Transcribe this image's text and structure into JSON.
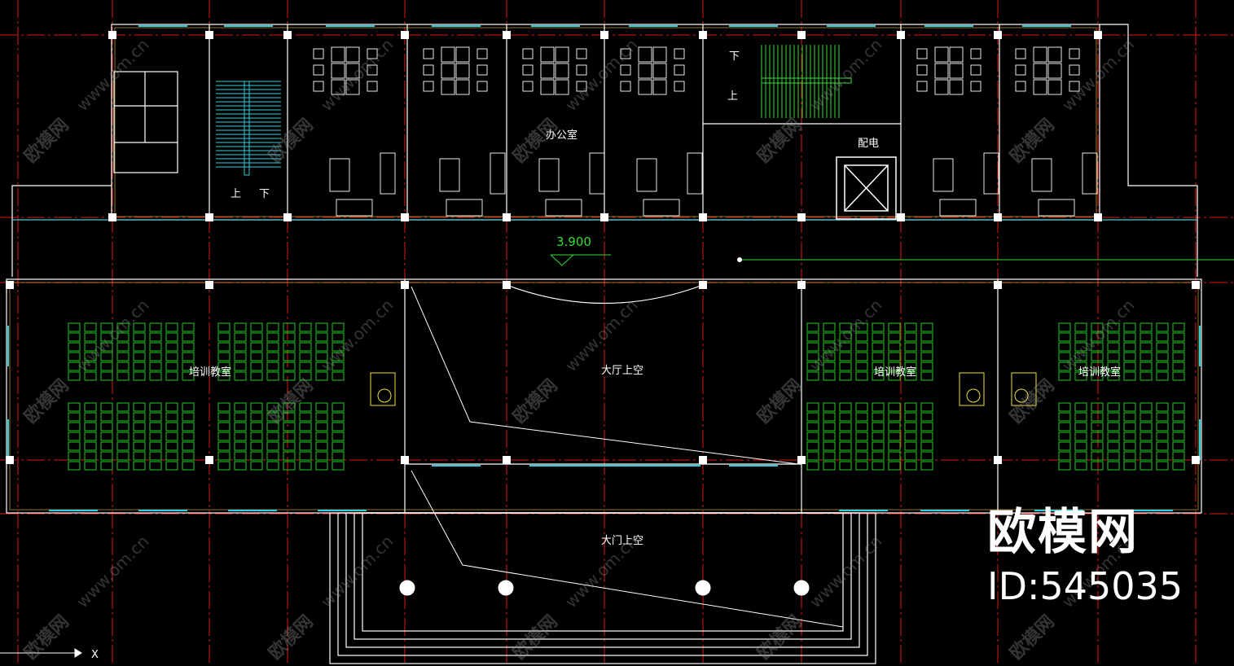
{
  "drawing": {
    "rooms": {
      "office": "办公室",
      "electrical": "配电",
      "lobby_void": "大厅上空",
      "entrance_void": "大门上空",
      "classroom_left": "培训教室",
      "classroom_mid": "培训教室",
      "classroom_right": "培训教室"
    },
    "stairs": {
      "left_up": "上",
      "left_down": "下",
      "right_up": "上",
      "right_down": "下"
    },
    "level_mark": "3.900",
    "axis_label": "X"
  },
  "watermark": {
    "brand": "欧模网",
    "id": "ID:545035",
    "url": "www.om.cn"
  },
  "colors": {
    "background": "#000000",
    "grid": "#e01818",
    "walls": "#ffffff",
    "windows": "#33ccdd",
    "furniture": "#22cc22",
    "annotation": "#33dd33"
  }
}
